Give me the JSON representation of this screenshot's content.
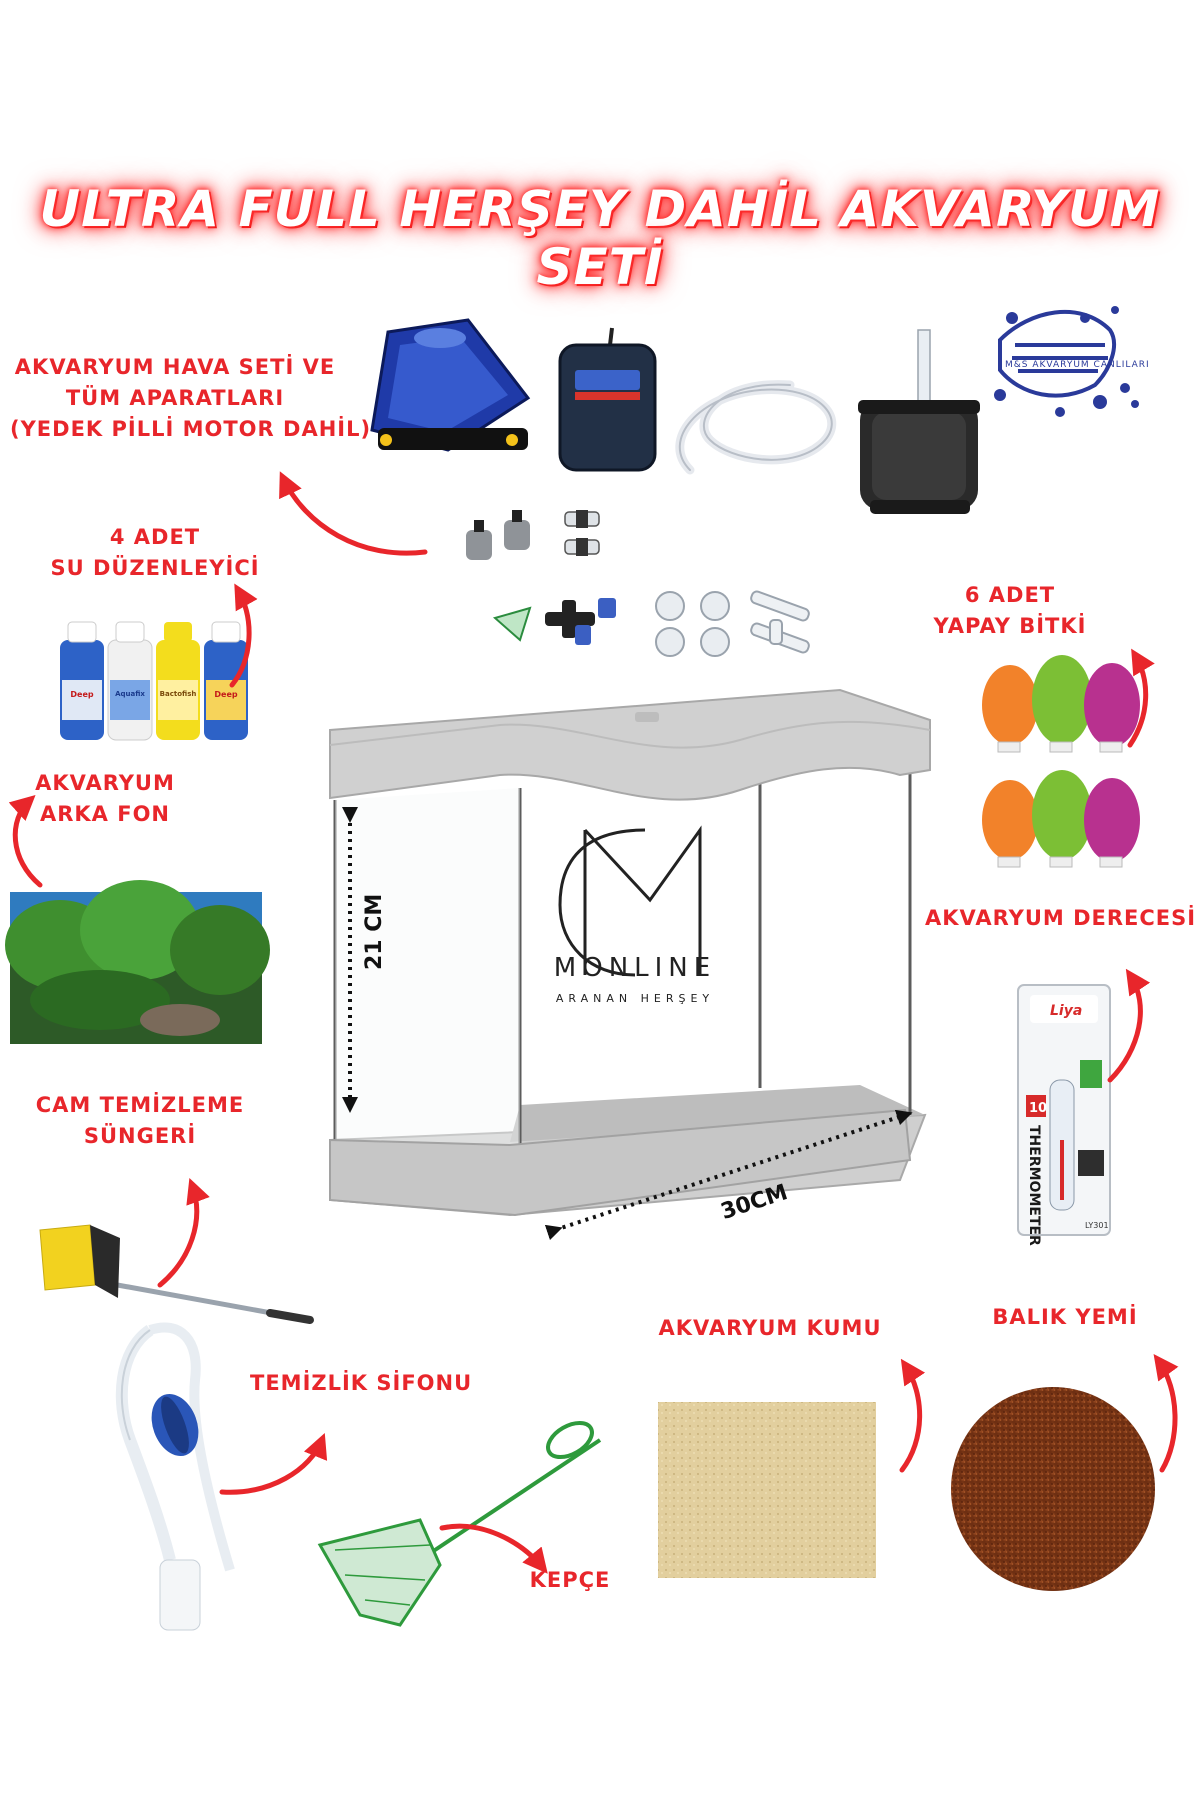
{
  "title": "ULTRA FULL HERŞEY DAHİL AKVARYUM SETİ",
  "labels": {
    "air_set": [
      "AKVARYUM HAVA SETİ VE",
      "TÜM APARATLARI",
      "(YEDEK PİLLİ MOTOR DAHİL)"
    ],
    "conditioner": [
      "4 ADET",
      "SU DÜZENLEYİCİ"
    ],
    "plants": [
      "6 ADET",
      "YAPAY BİTKİ"
    ],
    "background": [
      "AKVARYUM",
      "ARKA FON"
    ],
    "thermometer": "AKVARYUM DERECESİ",
    "glass_sponge": [
      "CAM TEMİZLEME",
      "SÜNGERİ"
    ],
    "siphon": "TEMİZLİK SİFONU",
    "sand": "AKVARYUM KUMU",
    "food": "BALIK YEMİ",
    "net": "KEPÇE"
  },
  "dimensions": {
    "height": "21 CM",
    "width": "30CM"
  },
  "brand": {
    "name": "MONLINE",
    "tagline": "ARANAN HERŞEY"
  },
  "logo": {
    "text": "M&S AKVARYUM CANLILARI"
  },
  "thermometer_card": {
    "brand": "Liya",
    "number": "10",
    "word": "THERMOMETER",
    "model": "LY301"
  },
  "bottles": [
    "Deep",
    "Aquafix",
    "Bactofish",
    "Deep"
  ],
  "colors": {
    "accent": "#e8262b",
    "tank": "#c9c9c9"
  }
}
